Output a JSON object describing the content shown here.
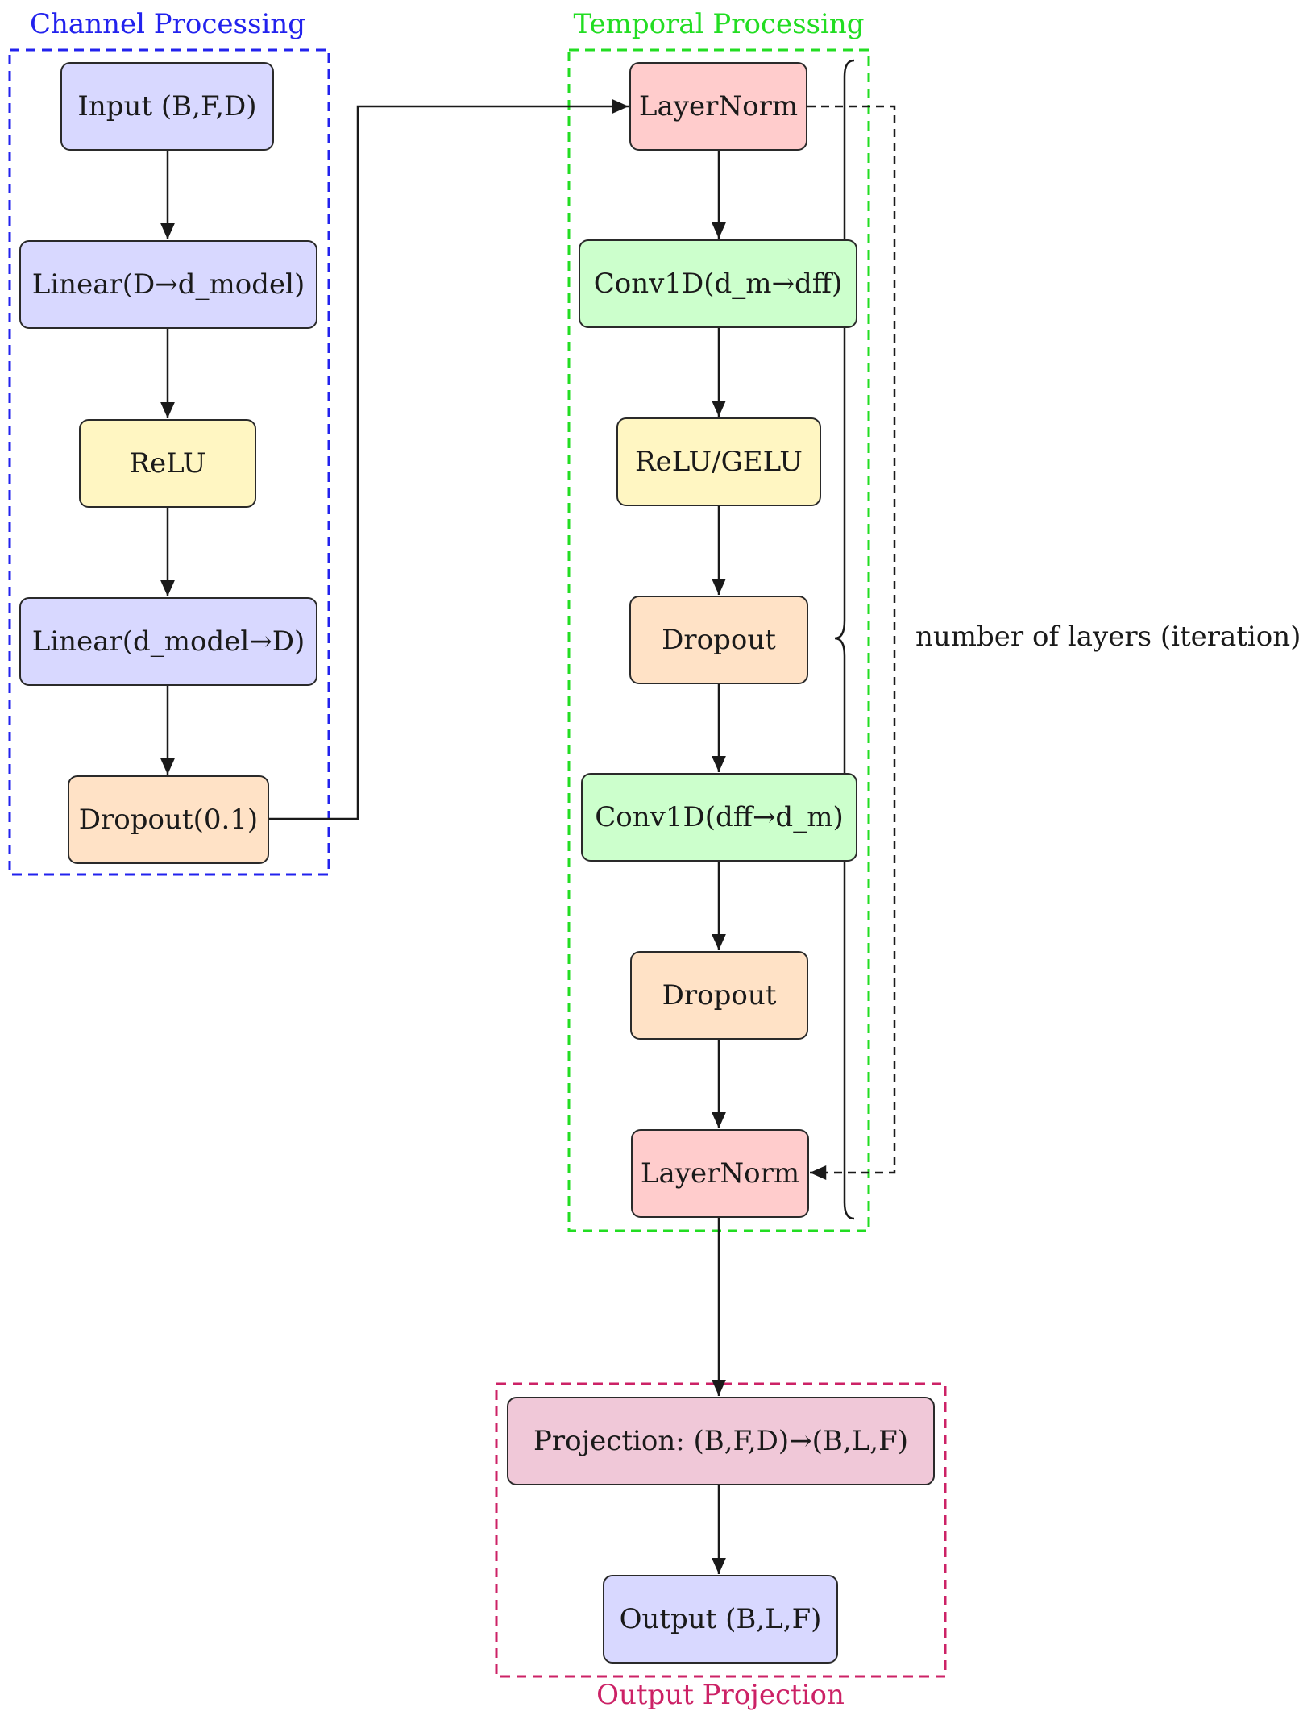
{
  "colors": {
    "channel": "#2222ee",
    "temporal": "#22dd22",
    "output": "#cc2266",
    "blue_fill": "#d8d8ff",
    "yellow_fill": "#fff6c2",
    "orange_fill": "#ffe2c6",
    "red_fill": "#ffcccc",
    "green_fill": "#ccffcc",
    "pink_fill": "#f0c8d8"
  },
  "groups": {
    "channel": {
      "title": "Channel Processing"
    },
    "temporal": {
      "title": "Temporal Processing"
    },
    "output": {
      "title": "Output Projection"
    }
  },
  "channel_nodes": [
    {
      "label": "Input (B,F,D)",
      "fill": "blue"
    },
    {
      "label": "Linear(D→d_model)",
      "fill": "blue"
    },
    {
      "label": "ReLU",
      "fill": "yellow"
    },
    {
      "label": "Linear(d_model→D)",
      "fill": "blue"
    },
    {
      "label": "Dropout(0.1)",
      "fill": "orange"
    }
  ],
  "temporal_nodes": [
    {
      "label": "LayerNorm",
      "fill": "red"
    },
    {
      "label": "Conv1D(d_m→dff)",
      "fill": "green"
    },
    {
      "label": "ReLU/GELU",
      "fill": "yellow"
    },
    {
      "label": "Dropout",
      "fill": "orange"
    },
    {
      "label": "Conv1D(dff→d_m)",
      "fill": "green"
    },
    {
      "label": "Dropout",
      "fill": "orange"
    },
    {
      "label": "LayerNorm",
      "fill": "red"
    }
  ],
  "output_nodes": [
    {
      "label": "Projection: (B,F,D)→(B,L,F)",
      "fill": "pink"
    },
    {
      "label": "Output (B,L,F)",
      "fill": "blue"
    }
  ],
  "brace_label": "number of layers (iteration)"
}
